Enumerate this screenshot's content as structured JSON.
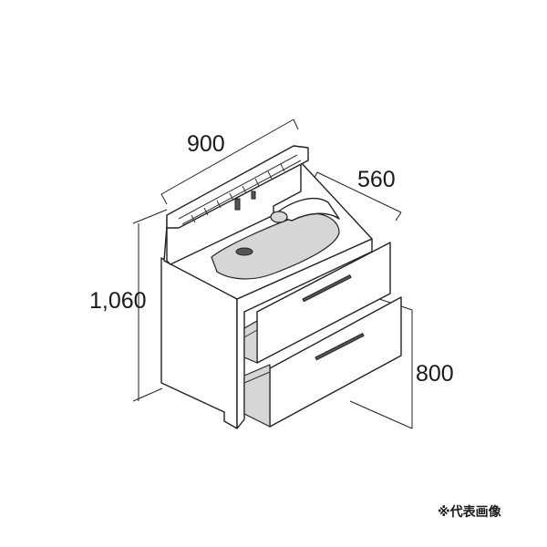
{
  "dimensions": {
    "width": "900",
    "depth": "560",
    "height": "1,060",
    "counter_height": "800"
  },
  "note": "※代表画像"
}
